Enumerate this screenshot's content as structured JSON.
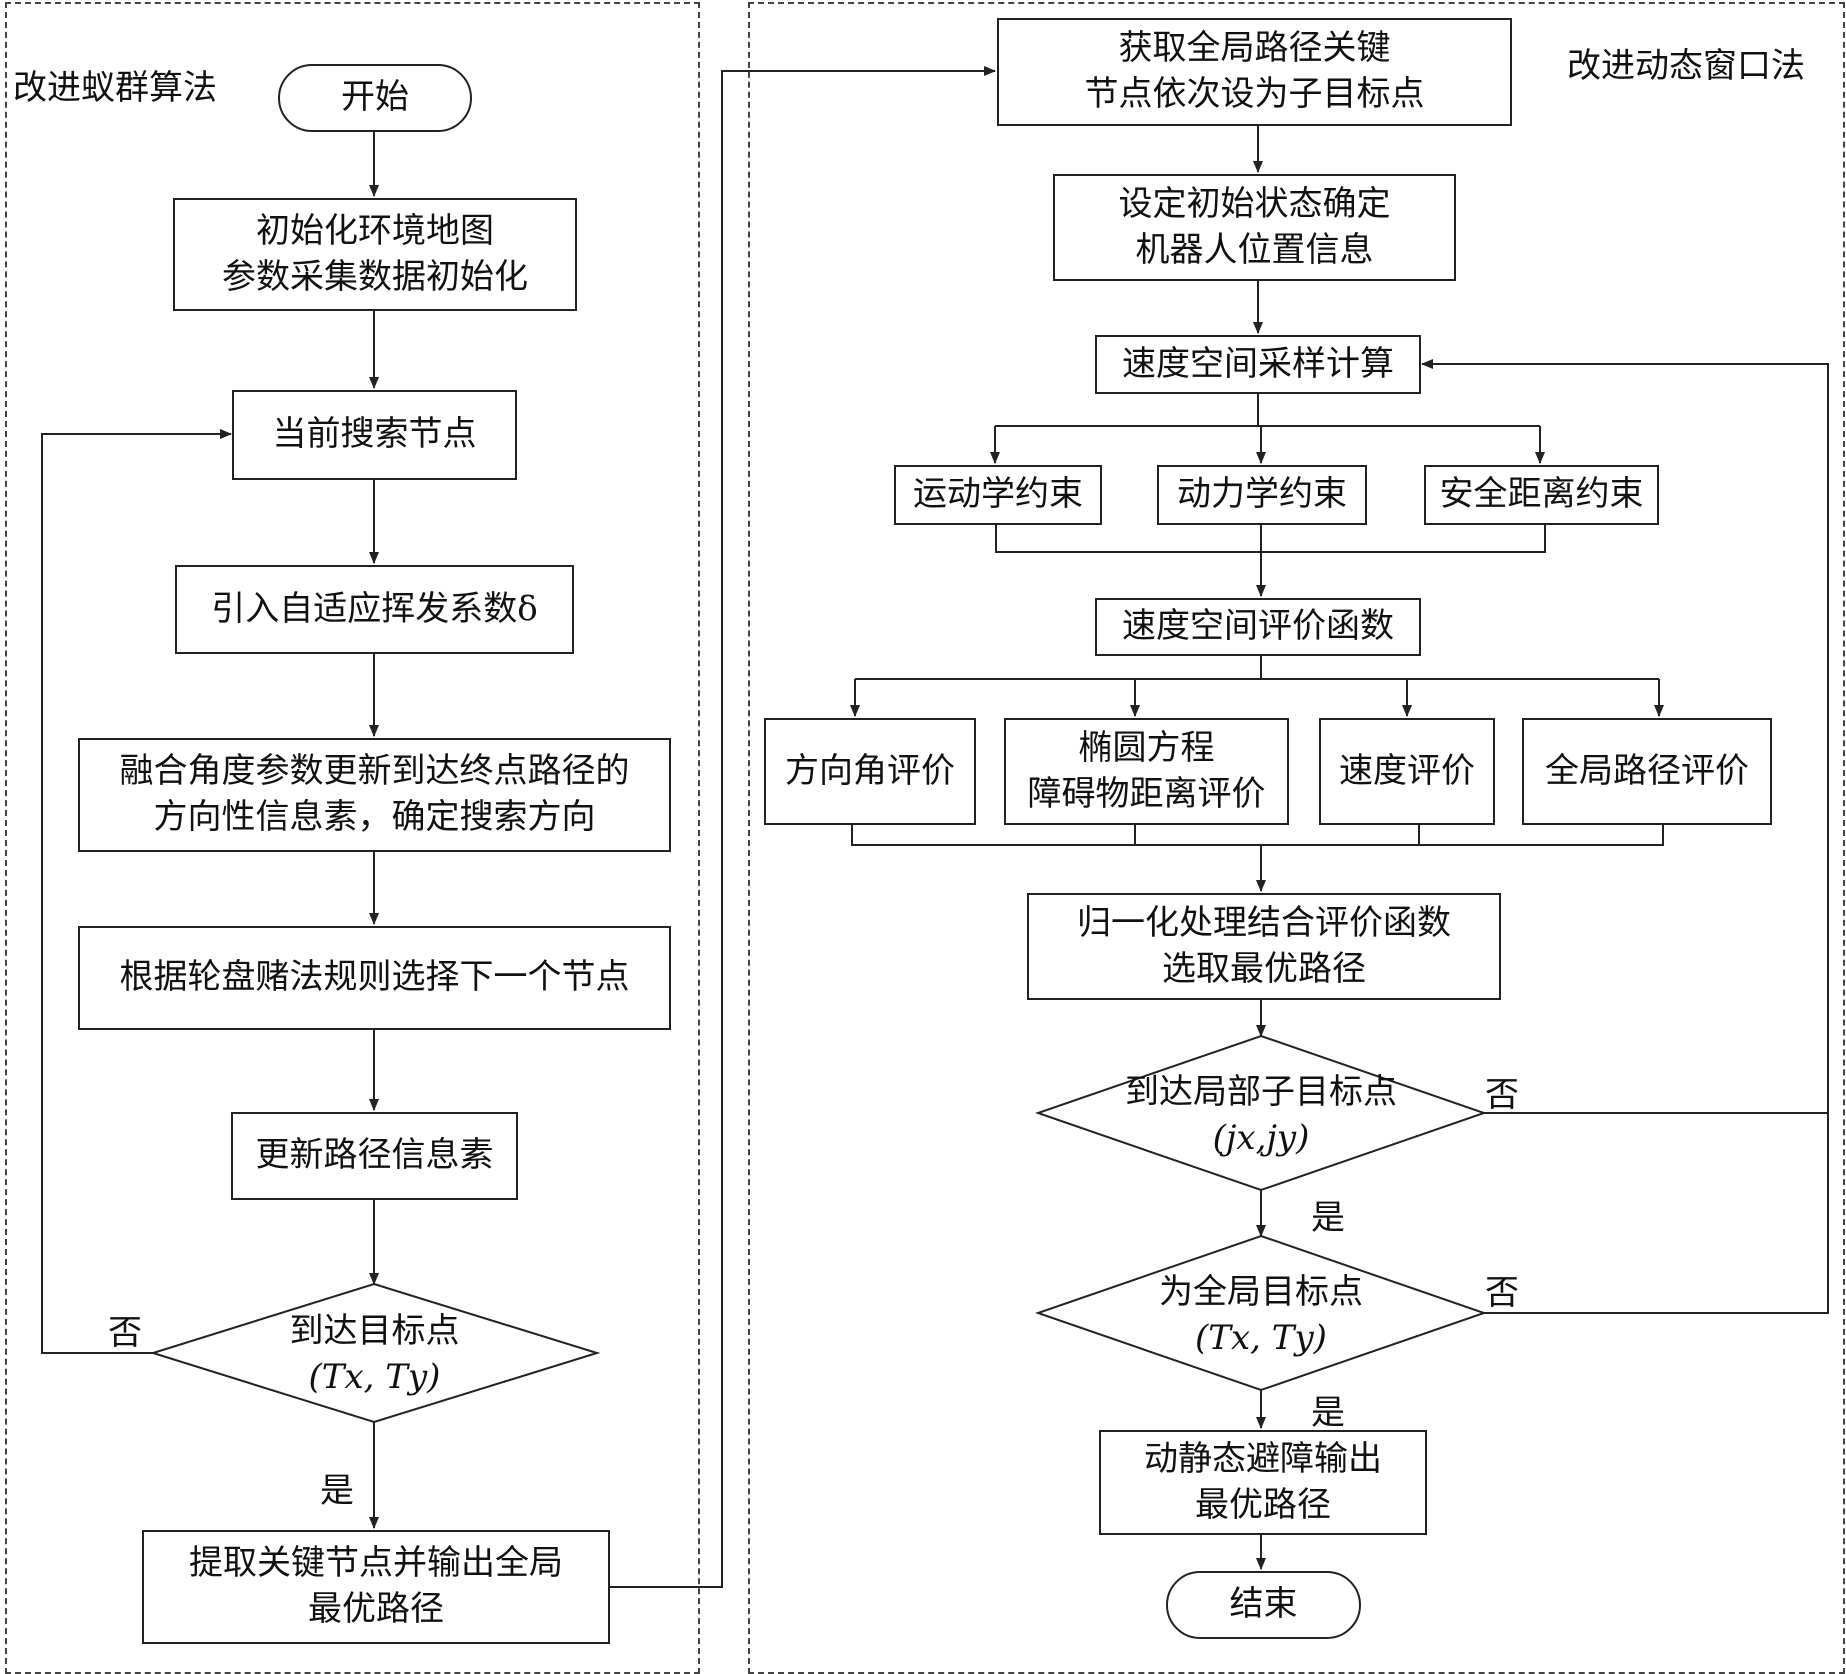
{
  "panels": {
    "left_title": "改进蚁群算法",
    "right_title": "改进动态窗口法"
  },
  "left": {
    "start": "开始",
    "init": [
      "初始化环境地图",
      "参数采集数据初始化"
    ],
    "current_node": "当前搜索节点",
    "introduce": "引入自适应挥发系数δ",
    "fuse": [
      "融合角度参数更新到达终点路径的",
      "方向性信息素，确定搜索方向"
    ],
    "roulette": "根据轮盘赌法规则选择下一个节点",
    "update": "更新路径信息素",
    "decision": [
      "到达目标点",
      "(Tx, Ty)"
    ],
    "no_label": "否",
    "yes_label": "是",
    "extract": [
      "提取关键节点并输出全局",
      "最优路径"
    ]
  },
  "right": {
    "get_nodes": [
      "获取全局路径关键",
      "节点依次设为子目标点"
    ],
    "set_init": [
      "设定初始状态确定",
      "机器人位置信息"
    ],
    "velocity_sample": "速度空间采样计算",
    "kinematic": "运动学约束",
    "dynamic": "动力学约束",
    "safety": "安全距离约束",
    "eval_func": "速度空间评价函数",
    "heading": "方向角评价",
    "ellipse": [
      "椭圆方程",
      "障碍物距离评价"
    ],
    "speed_eval": "速度评价",
    "global_eval": "全局路径评价",
    "normalize": [
      "归一化处理结合评价函数",
      "选取最优路径"
    ],
    "local_decision": [
      "到达局部子目标点",
      "(jx,jy)"
    ],
    "global_decision": [
      "为全局目标点",
      "(Tx, Ty)"
    ],
    "no_label_1": "否",
    "yes_label_1": "是",
    "no_label_2": "否",
    "yes_label_2": "是",
    "output": [
      "动静态避障输出",
      "最优路径"
    ],
    "end": "结束"
  },
  "colors": {
    "stroke": "#222222",
    "panel_border": "#444444",
    "background": "#ffffff"
  }
}
